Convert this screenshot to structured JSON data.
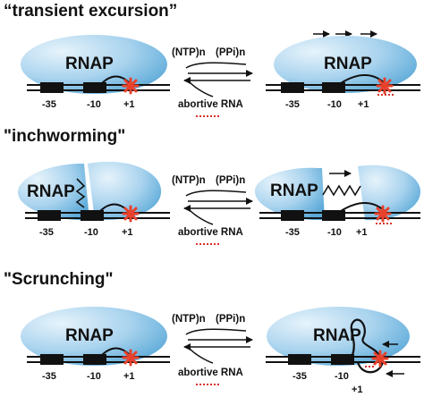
{
  "panels": [
    {
      "title": "“transient excursion”",
      "rnap_label": "RNAP",
      "left_labels": [
        "-35",
        "-10",
        "+1"
      ],
      "right_labels": [
        "-35",
        "-10",
        "+1"
      ],
      "reaction": {
        "left": "(NTP)n",
        "right": "(PPi)n",
        "bottom": "abortive RNA"
      }
    },
    {
      "title": "\"inchworming\"",
      "rnap_label": "RNAP",
      "left_labels": [
        "-35",
        "-10",
        "+1"
      ],
      "right_labels": [
        "-35",
        "-10",
        "+1"
      ],
      "reaction": {
        "left": "(NTP)n",
        "right": "(PPi)n",
        "bottom": "abortive RNA"
      }
    },
    {
      "title": "\"Scrunching\"",
      "rnap_label": "RNAP",
      "left_labels": [
        "-35",
        "-10",
        "+1"
      ],
      "right_labels": [
        "-35",
        "-10",
        "+1"
      ],
      "reaction": {
        "left": "(NTP)n",
        "right": "(PPi)n",
        "bottom": "abortive RNA"
      }
    }
  ],
  "colors": {
    "rnap_fill_light": "#e6f3fb",
    "rnap_fill_dark": "#5aa9d8",
    "dna": "#111111",
    "box": "#111111",
    "start_site": "#e8412c",
    "rna_dotted": "#d9312a"
  }
}
